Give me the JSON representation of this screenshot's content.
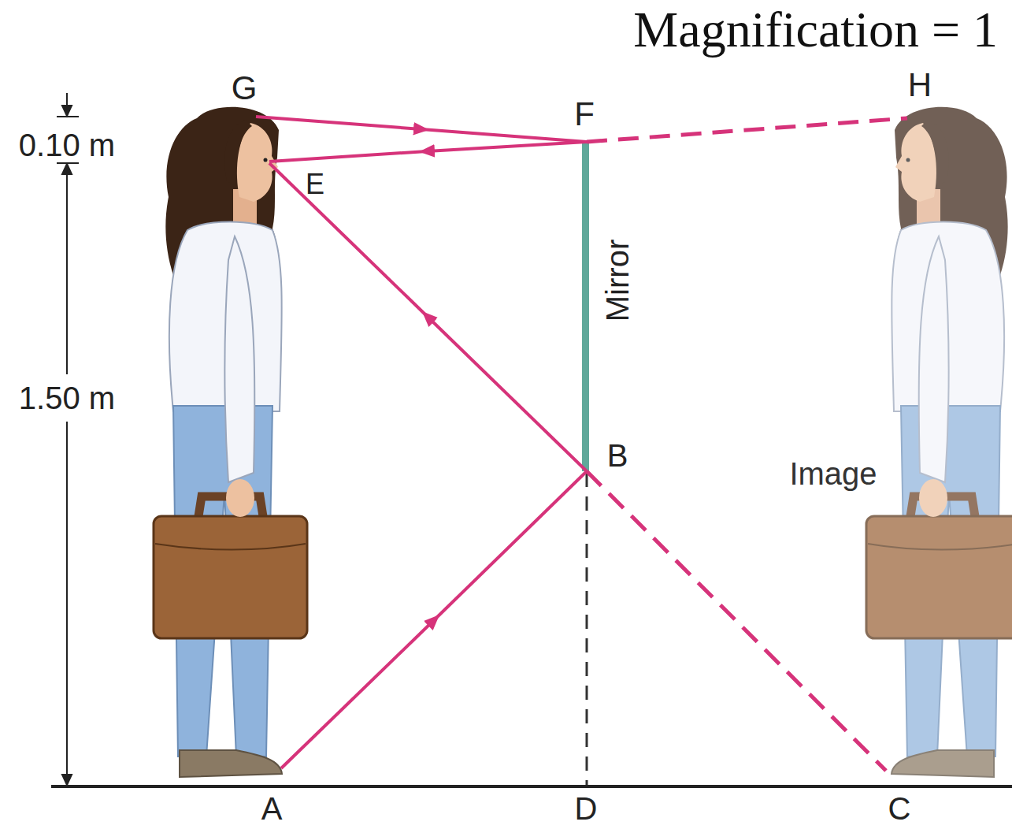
{
  "diagram": {
    "title": "Magnification = 1",
    "labels": [
      "G",
      "F",
      "H",
      "0.10 m",
      "E",
      "Mirror",
      "1.50 m",
      "B",
      "Image",
      "A",
      "D",
      "C"
    ]
  }
}
